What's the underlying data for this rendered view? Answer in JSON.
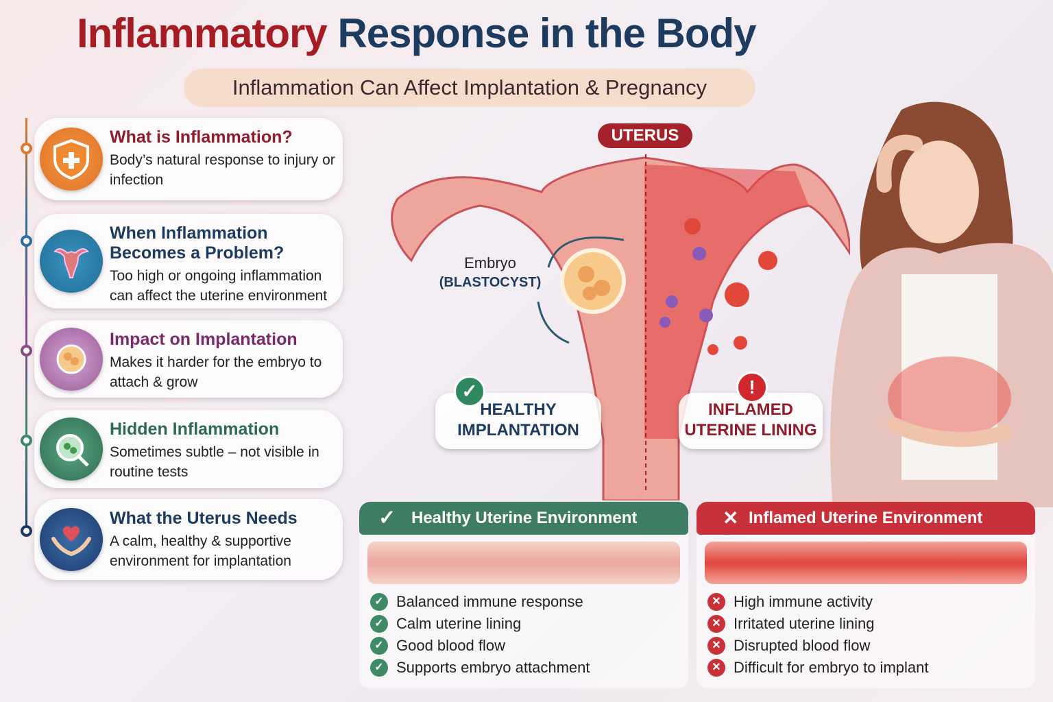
{
  "title": {
    "part1": "Inflammatory",
    "part2": "Response in the Body"
  },
  "subtitle": "Inflammation Can Affect Implantation & Pregnancy",
  "cards": [
    {
      "title": "What is Inflammation?",
      "text": "Body’s natural response to injury or infection",
      "color": "#8f1d2c",
      "icon": "shield-plus-icon"
    },
    {
      "title": "When Inflammation Becomes a Problem?",
      "text": "Too high or ongoing inflammation can affect the uterine environment",
      "color": "#1d3a5f",
      "icon": "uterus-icon"
    },
    {
      "title": "Impact on Implantation",
      "text": "Makes it harder for the embryo to attach & grow",
      "color": "#7a2a6a",
      "icon": "embryo-icon"
    },
    {
      "title": "Hidden Inflammation",
      "text": "Sometimes subtle – not visible in routine tests",
      "color": "#2e6b50",
      "icon": "cell-magnifier-icon"
    },
    {
      "title": "What the Uterus Needs",
      "text": "A calm, healthy & supportive environment for implantation",
      "color": "#1d3a5f",
      "icon": "heart-hands-icon"
    }
  ],
  "diagram": {
    "uterus_label": "UTERUS",
    "embryo_label": "Embryo",
    "blastocyst_label": "(BLASTOCYST)",
    "healthy_label": "HEALTHY IMPLANTATION",
    "inflamed_label": "INFLAMED UTERINE LINING"
  },
  "healthy_panel": {
    "title": "Healthy Uterine Environment",
    "items": [
      "Balanced immune response",
      "Calm uterine lining",
      "Good blood flow",
      "Supports embryo attachment"
    ],
    "color": "#3e7d63"
  },
  "inflamed_panel": {
    "title": "Inflamed Uterine Environment",
    "items": [
      "High immune activity",
      "Irritated uterine lining",
      "Disrupted blood flow",
      "Difficult for embryo to implant"
    ],
    "color": "#c8303a"
  }
}
